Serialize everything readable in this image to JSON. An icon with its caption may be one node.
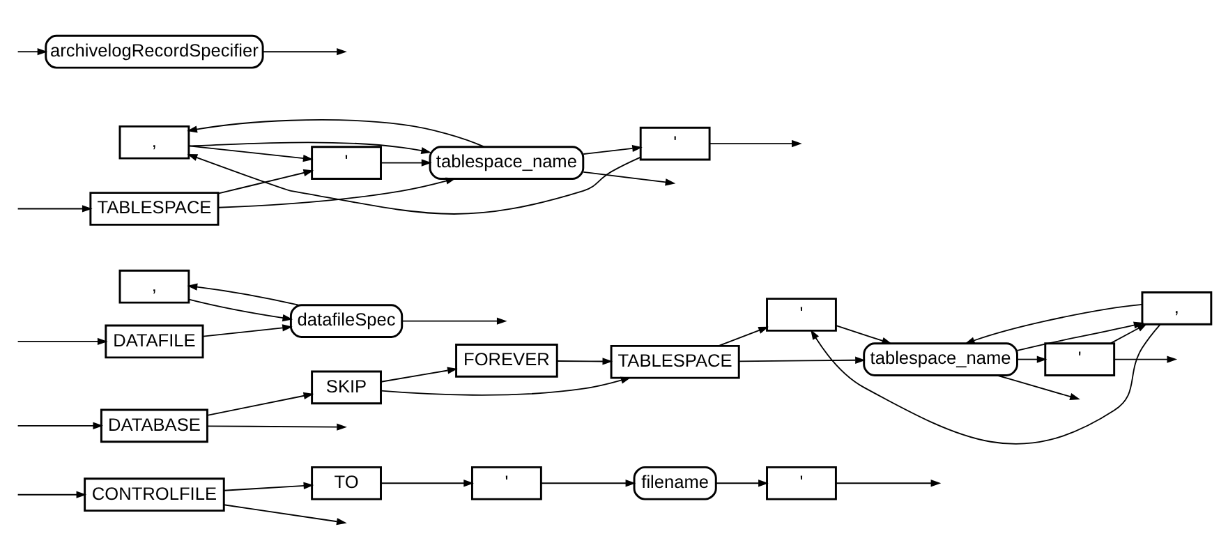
{
  "diagram": {
    "nodes": [
      {
        "text": [
          "CONTROLFILE"
        ]
      },
      {
        "text": [
          "TO"
        ]
      },
      {
        "text": [
          "'"
        ]
      },
      {
        "text": [
          "filename"
        ]
      },
      {
        "text": [
          "'"
        ]
      },
      {
        "text": [
          "DATABASE"
        ]
      },
      {
        "text": [
          "SKIP"
        ]
      },
      {
        "text": [
          "FOREVER"
        ]
      },
      {
        "text": [
          "TABLESPACE"
        ]
      },
      {
        "text": [
          "'"
        ]
      },
      {
        "text": [
          "tablespace_name"
        ]
      },
      {
        "text": [
          "'"
        ]
      },
      {
        "text": [
          ","
        ]
      },
      {
        "text": [
          "DATAFILE"
        ]
      },
      {
        "text": [
          ","
        ]
      },
      {
        "text": [
          "datafileSpec"
        ]
      },
      {
        "text": [
          "TABLESPACE"
        ]
      },
      {
        "text": [
          ","
        ]
      },
      {
        "text": [
          "'"
        ]
      },
      {
        "text": [
          "tablespace_name"
        ]
      },
      {
        "text": [
          "'"
        ]
      },
      {
        "text": [
          "archivelogRecordSpecifier"
        ]
      }
    ],
    "edges": [
      {
        "from": 0,
        "to": 1,
        "arrow": "to"
      },
      {
        "from": 0,
        "to": null,
        "arrow": "to"
      },
      {
        "from": 1,
        "to": 2,
        "arrow": "to"
      },
      {
        "from": 2,
        "to": 3,
        "arrow": "to"
      },
      {
        "from": 3,
        "to": 4,
        "arrow": "to"
      },
      {
        "from": 4,
        "to": null,
        "arrow": "to"
      },
      {
        "from": 5,
        "to": 6,
        "arrow": "to"
      },
      {
        "from": 5,
        "to": null,
        "arrow": "to"
      },
      {
        "from": 6,
        "to": 7,
        "arrow": "to"
      },
      {
        "from": 6,
        "to": 8,
        "arrow": "to"
      },
      {
        "from": 7,
        "to": 8,
        "arrow": "to"
      },
      {
        "from": 8,
        "to": 9,
        "arrow": "to"
      },
      {
        "from": 8,
        "to": 10,
        "arrow": "to"
      },
      {
        "from": 9,
        "to": 10,
        "arrow": "to"
      },
      {
        "from": 10,
        "to": 11,
        "arrow": "to"
      },
      {
        "from": 10,
        "to": 12,
        "arrow": "to"
      },
      {
        "from": 11,
        "to": 12,
        "arrow": "to"
      },
      {
        "from": 12,
        "to": 9,
        "arrow": "to"
      },
      {
        "from": 12,
        "to": 10,
        "arrow": "to"
      },
      {
        "from": 10,
        "to": null,
        "arrow": "to"
      },
      {
        "from": 11,
        "to": null,
        "arrow": "to"
      },
      {
        "from": 13,
        "to": 15,
        "arrow": "to"
      },
      {
        "from": 15,
        "to": 14,
        "arrow": "to"
      },
      {
        "from": 14,
        "to": 15,
        "arrow": "to"
      },
      {
        "from": 15,
        "to": null,
        "arrow": "to"
      },
      {
        "from": 16,
        "to": 18,
        "arrow": "to"
      },
      {
        "from": 16,
        "to": 19,
        "arrow": "to"
      },
      {
        "from": 18,
        "to": 19,
        "arrow": "to"
      },
      {
        "from": 19,
        "to": 20,
        "arrow": "to"
      },
      {
        "from": 19,
        "to": 17,
        "arrow": "to"
      },
      {
        "from": 20,
        "to": 17,
        "arrow": "to"
      },
      {
        "from": 17,
        "to": 18,
        "arrow": "to"
      },
      {
        "from": 17,
        "to": 19,
        "arrow": "to"
      },
      {
        "from": 19,
        "to": null,
        "arrow": "to"
      },
      {
        "from": 20,
        "to": null,
        "arrow": "to"
      },
      {
        "from": 21,
        "to": null,
        "arrow": "to"
      },
      {
        "from": null,
        "to": 0,
        "arrow": "to"
      },
      {
        "from": null,
        "to": 5,
        "arrow": "to"
      },
      {
        "from": null,
        "to": 13,
        "arrow": "to"
      },
      {
        "from": null,
        "to": 16,
        "arrow": "to"
      },
      {
        "from": null,
        "to": 21,
        "arrow": "to"
      }
    ]
  }
}
